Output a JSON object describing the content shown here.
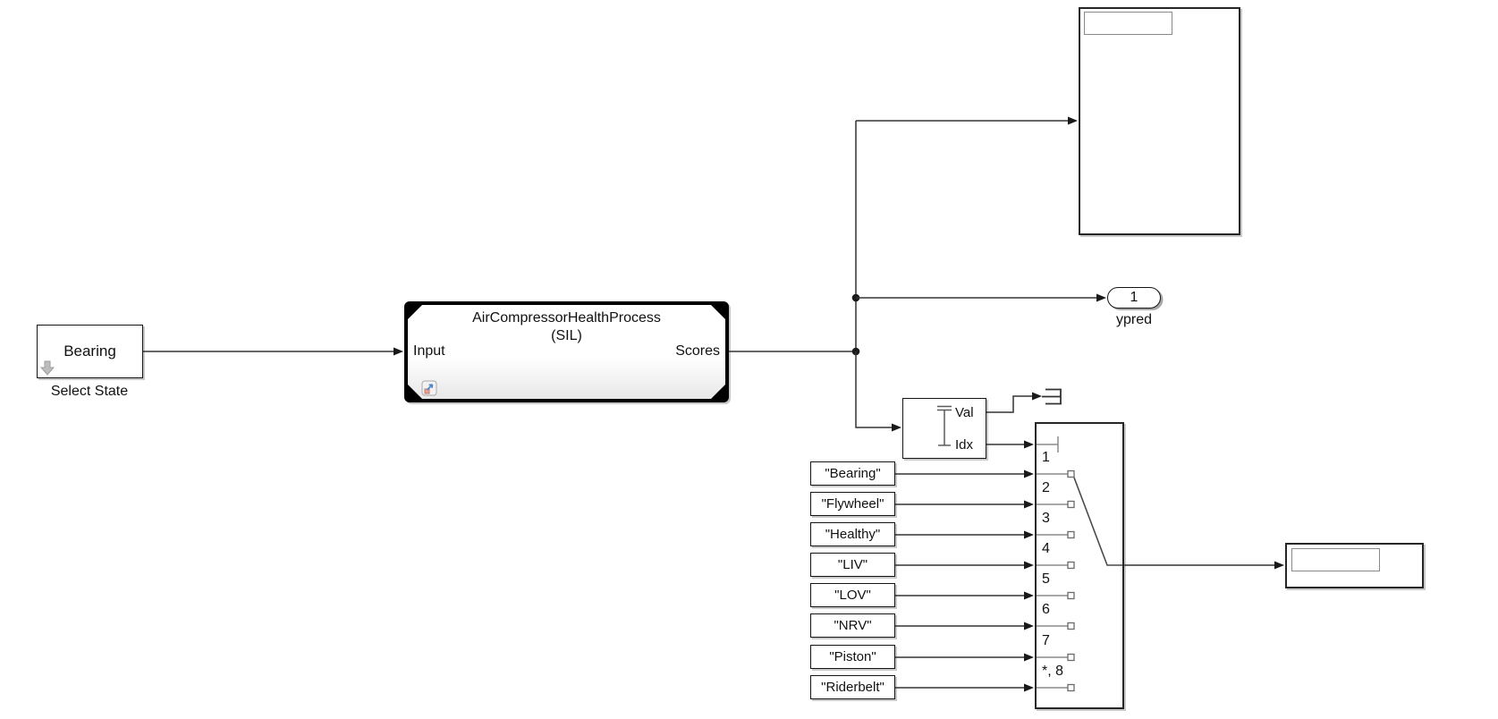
{
  "diagram": {
    "select_state": {
      "value": "Bearing",
      "label": "Select State"
    },
    "sil_block": {
      "title": "AirCompressorHealthProcess",
      "subtitle": "(SIL)",
      "input_port": "Input",
      "output_port": "Scores"
    },
    "outport": {
      "number": "1",
      "label": "ypred"
    },
    "maximum_block": {
      "val_port": "Val",
      "idx_port": "Idx"
    },
    "switch_ports": [
      "1",
      "2",
      "3",
      "4",
      "5",
      "6",
      "7",
      "*, 8"
    ],
    "string_constants": [
      "\"Bearing\"",
      "\"Flywheel\"",
      "\"Healthy\"",
      "\"LIV\"",
      "\"LOV\"",
      "\"NRV\"",
      "\"Piston\"",
      "\"Riderbelt\""
    ],
    "colors": {
      "wire": "#333333",
      "arrow": "#1a1a1a",
      "port_line": "#8c8c8c",
      "block_border": "#141414",
      "shadow": "#c9c9c9"
    }
  }
}
